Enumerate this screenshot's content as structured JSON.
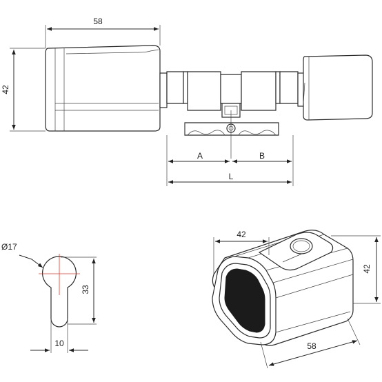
{
  "dimensions": {
    "top_width": "58",
    "top_height": "42",
    "part_a": "A",
    "part_b": "B",
    "length_l": "L",
    "diameter": "Ø17",
    "profile_height": "33",
    "profile_width": "10",
    "iso_width": "42",
    "iso_height": "42",
    "iso_depth": "58"
  },
  "colors": {
    "line": "#2b2b2b",
    "centerline": "#e0352b"
  }
}
